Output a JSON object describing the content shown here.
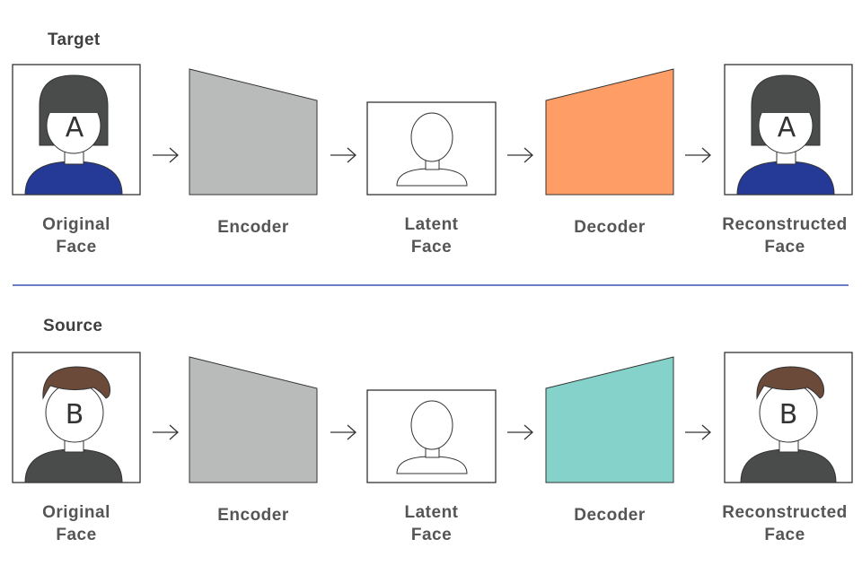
{
  "colors": {
    "hair_a": "#4a4c4c",
    "shirt_a": "#253a97",
    "hair_b": "#6b4a39",
    "shirt_b": "#4a4c4c",
    "encoder": "#b9bbba",
    "decoder_target": "#ff9d67",
    "decoder_source": "#84d2c9",
    "divider": "#3a52b4"
  },
  "rows": [
    {
      "title": "Target",
      "face_letter": "A",
      "labels": {
        "original": [
          "Original",
          "Face"
        ],
        "encoder": "Encoder",
        "latent": [
          "Latent",
          "Face"
        ],
        "decoder": "Decoder",
        "reconstructed": [
          "Reconstructed",
          "Face"
        ]
      }
    },
    {
      "title": "Source",
      "face_letter": "B",
      "labels": {
        "original": [
          "Original",
          "Face"
        ],
        "encoder": "Encoder",
        "latent": [
          "Latent",
          "Face"
        ],
        "decoder": "Decoder",
        "reconstructed": [
          "Reconstructed",
          "Face"
        ]
      }
    }
  ]
}
